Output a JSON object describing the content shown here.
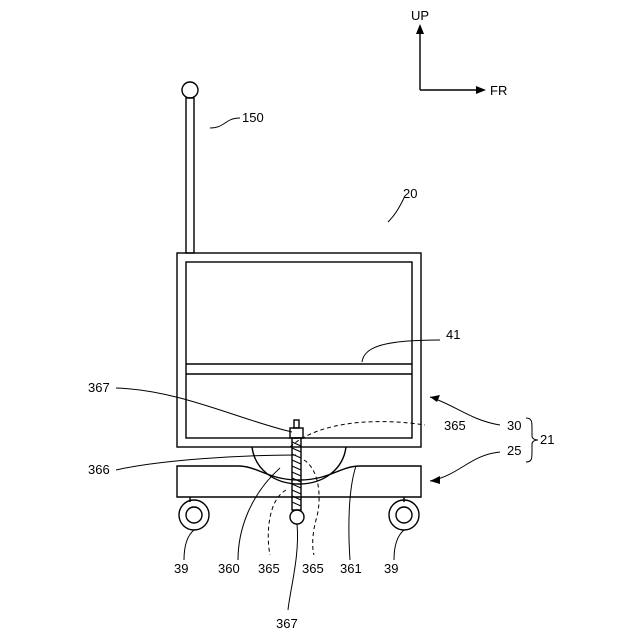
{
  "axes": {
    "up": "UP",
    "forward": "FR"
  },
  "labels": {
    "antenna": "150",
    "vehicle": "20",
    "divider": "41",
    "upper_body": "30",
    "lower_base": "25",
    "assembly": "21",
    "bolt_top": "367",
    "bolt_bottom": "367",
    "dashed_upper": "365",
    "dashed_left": "365",
    "dashed_right": "365",
    "hemisphere": "366",
    "cup": "360",
    "recess": "361",
    "wheel_left": "39",
    "wheel_right": "39"
  }
}
